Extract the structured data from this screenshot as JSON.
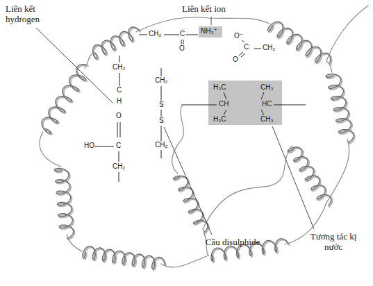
{
  "diagram": {
    "labels": [
      "Liên kết hydrogen",
      "Liên kết ion",
      "Tương tác kị nước",
      "Cầu disulphide",
      "CH₂",
      "C",
      "NH₃⁺",
      "O",
      "O⁻",
      "C",
      "CH₂",
      "O",
      "CH₂",
      "C",
      "H",
      "O",
      "HO",
      "C",
      "CH₂",
      "CH₂",
      "S",
      "S",
      "CH₂",
      "H₃C",
      "CH₃",
      "CH",
      "HC",
      "H₃C",
      "CH₃"
    ]
  }
}
